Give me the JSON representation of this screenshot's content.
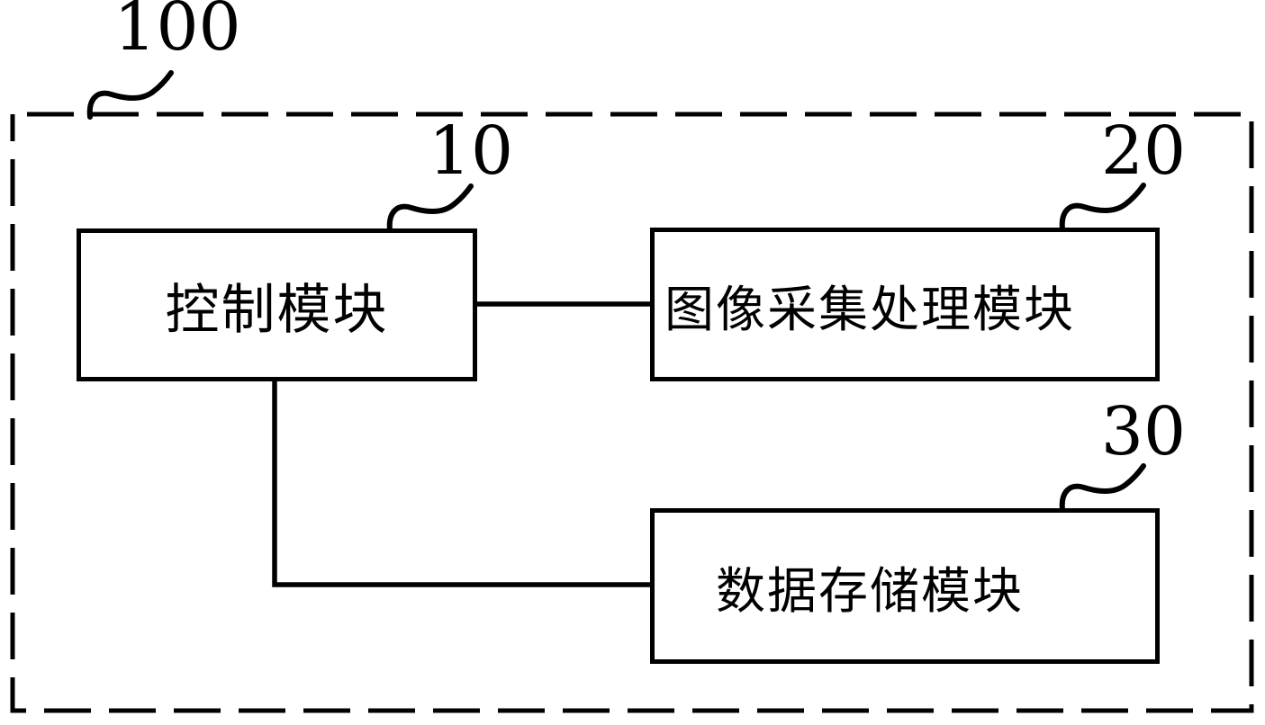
{
  "figure": {
    "background_color": "#ffffff",
    "line_color": "#000000",
    "system_ref": "100",
    "modules": [
      {
        "ref": "10",
        "label": "控制模块"
      },
      {
        "ref": "20",
        "label": "图像采集处理模块"
      },
      {
        "ref": "30",
        "label": "数据存储模块"
      }
    ],
    "connections": [
      {
        "from": "10",
        "to": "20"
      },
      {
        "from": "10",
        "to": "30"
      }
    ]
  }
}
